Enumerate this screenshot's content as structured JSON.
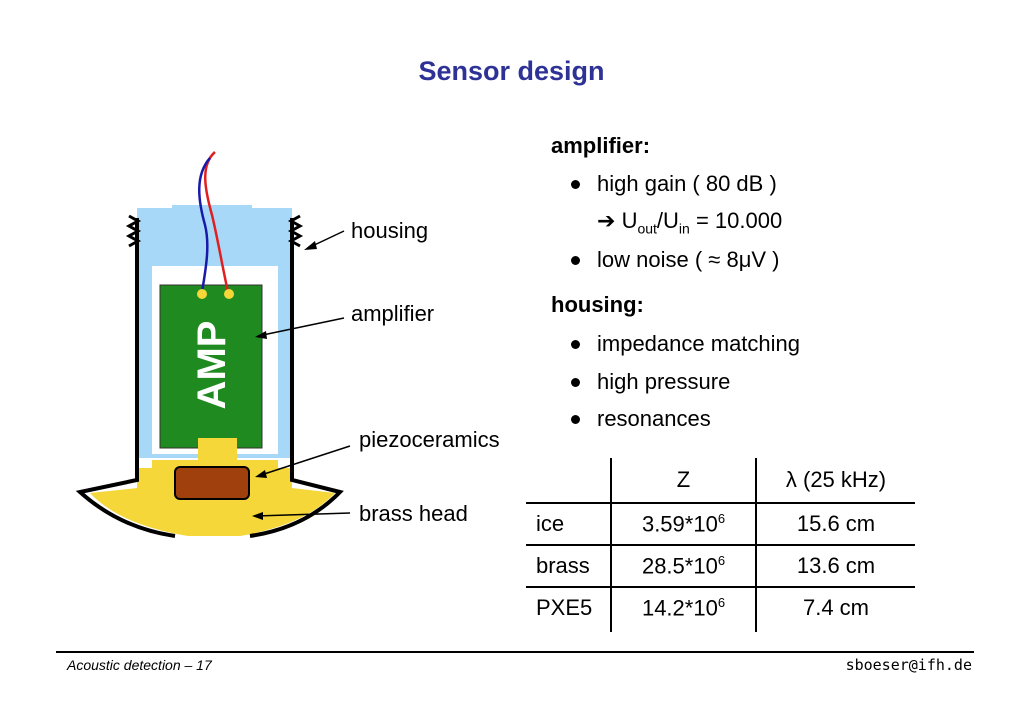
{
  "slide": {
    "title": "Sensor design"
  },
  "diagram": {
    "amp_text": "AMP",
    "labels": {
      "housing": "housing",
      "amplifier": "amplifier",
      "piezoceramics": "piezoceramics",
      "brass_head": "brass head"
    },
    "colors": {
      "housing_fill": "#a8d8f8",
      "amplifier": "#1f8a1f",
      "brass": "#f5d73a",
      "piezo": "#a0400c",
      "wire_red": "#e02020",
      "wire_blue": "#1a1aaa"
    }
  },
  "amplifier_section": {
    "heading": "amplifier:",
    "bullet1": "high gain ( 80 dB )",
    "arrow_icon": "right-arrow-icon",
    "arrow_prefix": "U",
    "arrow_sub_out": "out",
    "arrow_slash": "/U",
    "arrow_sub_in": "in",
    "arrow_suffix": " = 10.000",
    "bullet2": "low noise ( ≈ 8μV )"
  },
  "housing_section": {
    "heading": "housing:",
    "bullets": [
      "impedance matching",
      "high pressure",
      "resonances"
    ]
  },
  "table": {
    "headers": [
      "",
      "Z",
      "λ (25 kHz)"
    ],
    "rows": [
      {
        "material": "ice",
        "z_base": "3.59*10",
        "z_exp": "6",
        "lambda": "15.6 cm"
      },
      {
        "material": "brass",
        "z_base": "28.5*10",
        "z_exp": "6",
        "lambda": "13.6 cm"
      },
      {
        "material": "PXE5",
        "z_base": "14.2*10",
        "z_exp": "6",
        "lambda": "7.4 cm"
      }
    ]
  },
  "footer": {
    "left": "Acoustic detection – 17",
    "right": "sboeser@ifh.de"
  }
}
